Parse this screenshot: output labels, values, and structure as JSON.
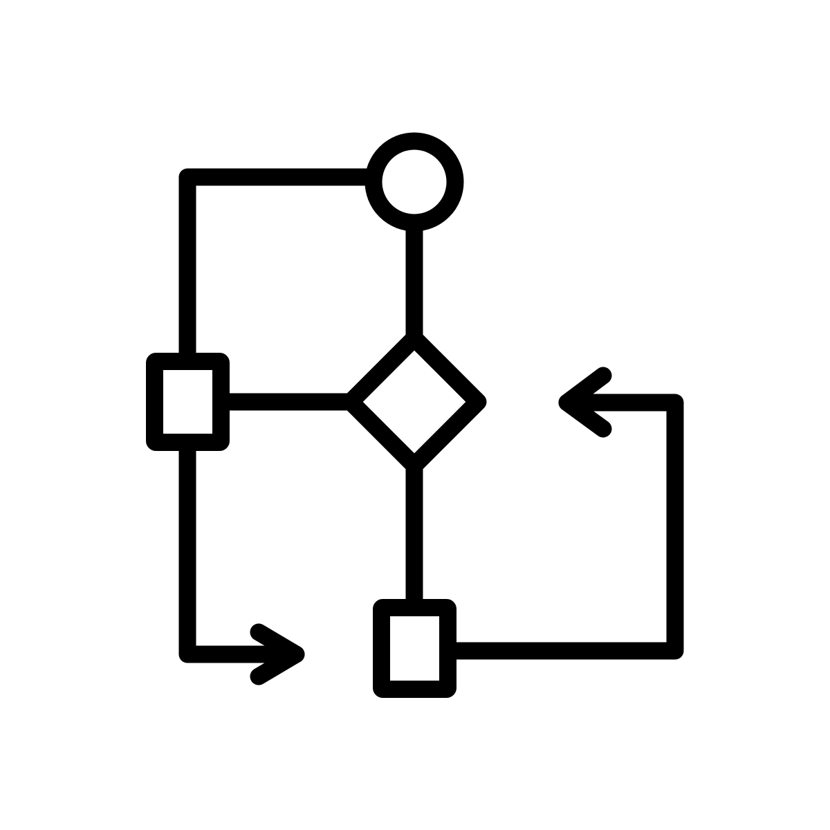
{
  "diagram": {
    "type": "flowchart-icon",
    "stroke_color": "#000000",
    "background_color": "#ffffff",
    "nodes": [
      {
        "id": "start",
        "shape": "circle"
      },
      {
        "id": "decision",
        "shape": "diamond"
      },
      {
        "id": "process-left",
        "shape": "rectangle"
      },
      {
        "id": "process-bottom",
        "shape": "rectangle"
      }
    ],
    "edges": [
      {
        "from": "start",
        "to": "process-left"
      },
      {
        "from": "start",
        "to": "decision"
      },
      {
        "from": "decision",
        "to": "process-left"
      },
      {
        "from": "decision",
        "to": "process-bottom"
      },
      {
        "from": "process-left",
        "to": "output-right-arrow"
      },
      {
        "from": "process-bottom",
        "to": "loop-back-arrow"
      }
    ]
  }
}
